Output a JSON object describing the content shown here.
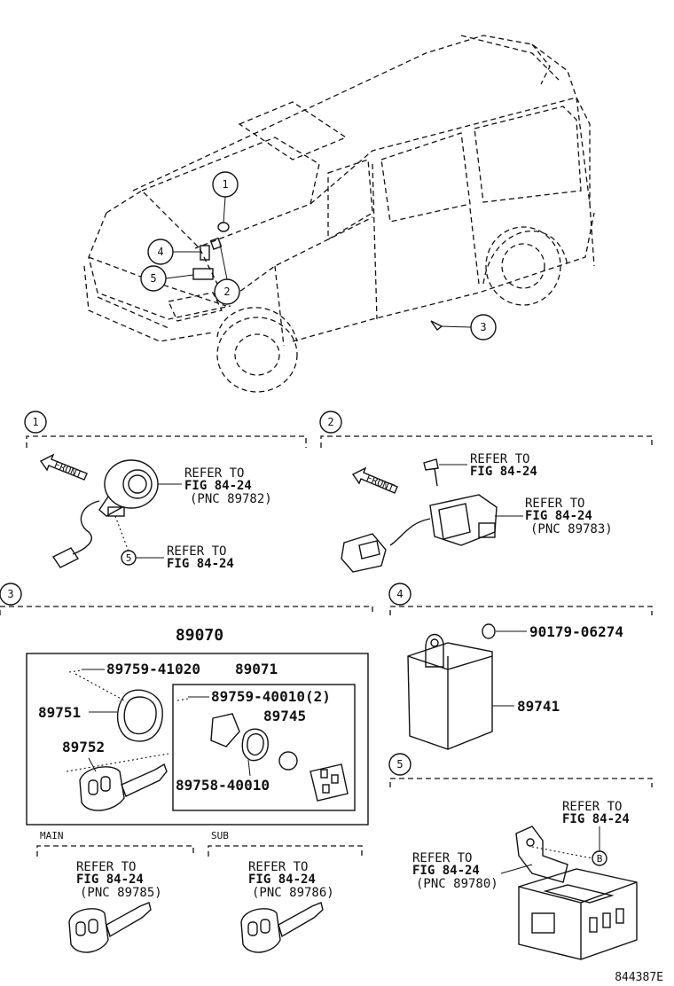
{
  "circles": {
    "c1": "1",
    "c2": "2",
    "c3": "3",
    "c4": "4",
    "c5": "5",
    "cb": "B"
  },
  "front_labels": [
    "FRONT",
    "FRONT"
  ],
  "refer_to": "REFER TO",
  "fig": "FIG 84-24",
  "pnc": {
    "s1": "(PNC 89782)",
    "s2": "(PNC 89783)",
    "main": "(PNC 89785)",
    "sub": "(PNC 89786)",
    "s5": "(PNC 89780)"
  },
  "parts": {
    "p89070": "89070",
    "p89071": "89071",
    "p89759_41020": "89759-41020",
    "p89759_40010": "89759-40010(2)",
    "p89745": "89745",
    "p89751": "89751",
    "p89752": "89752",
    "p89758": "89758-40010",
    "p90179": "90179-06274",
    "p89741": "89741"
  },
  "section_labels": {
    "main": "MAIN",
    "sub": "SUB"
  },
  "figure_code": "844387E"
}
